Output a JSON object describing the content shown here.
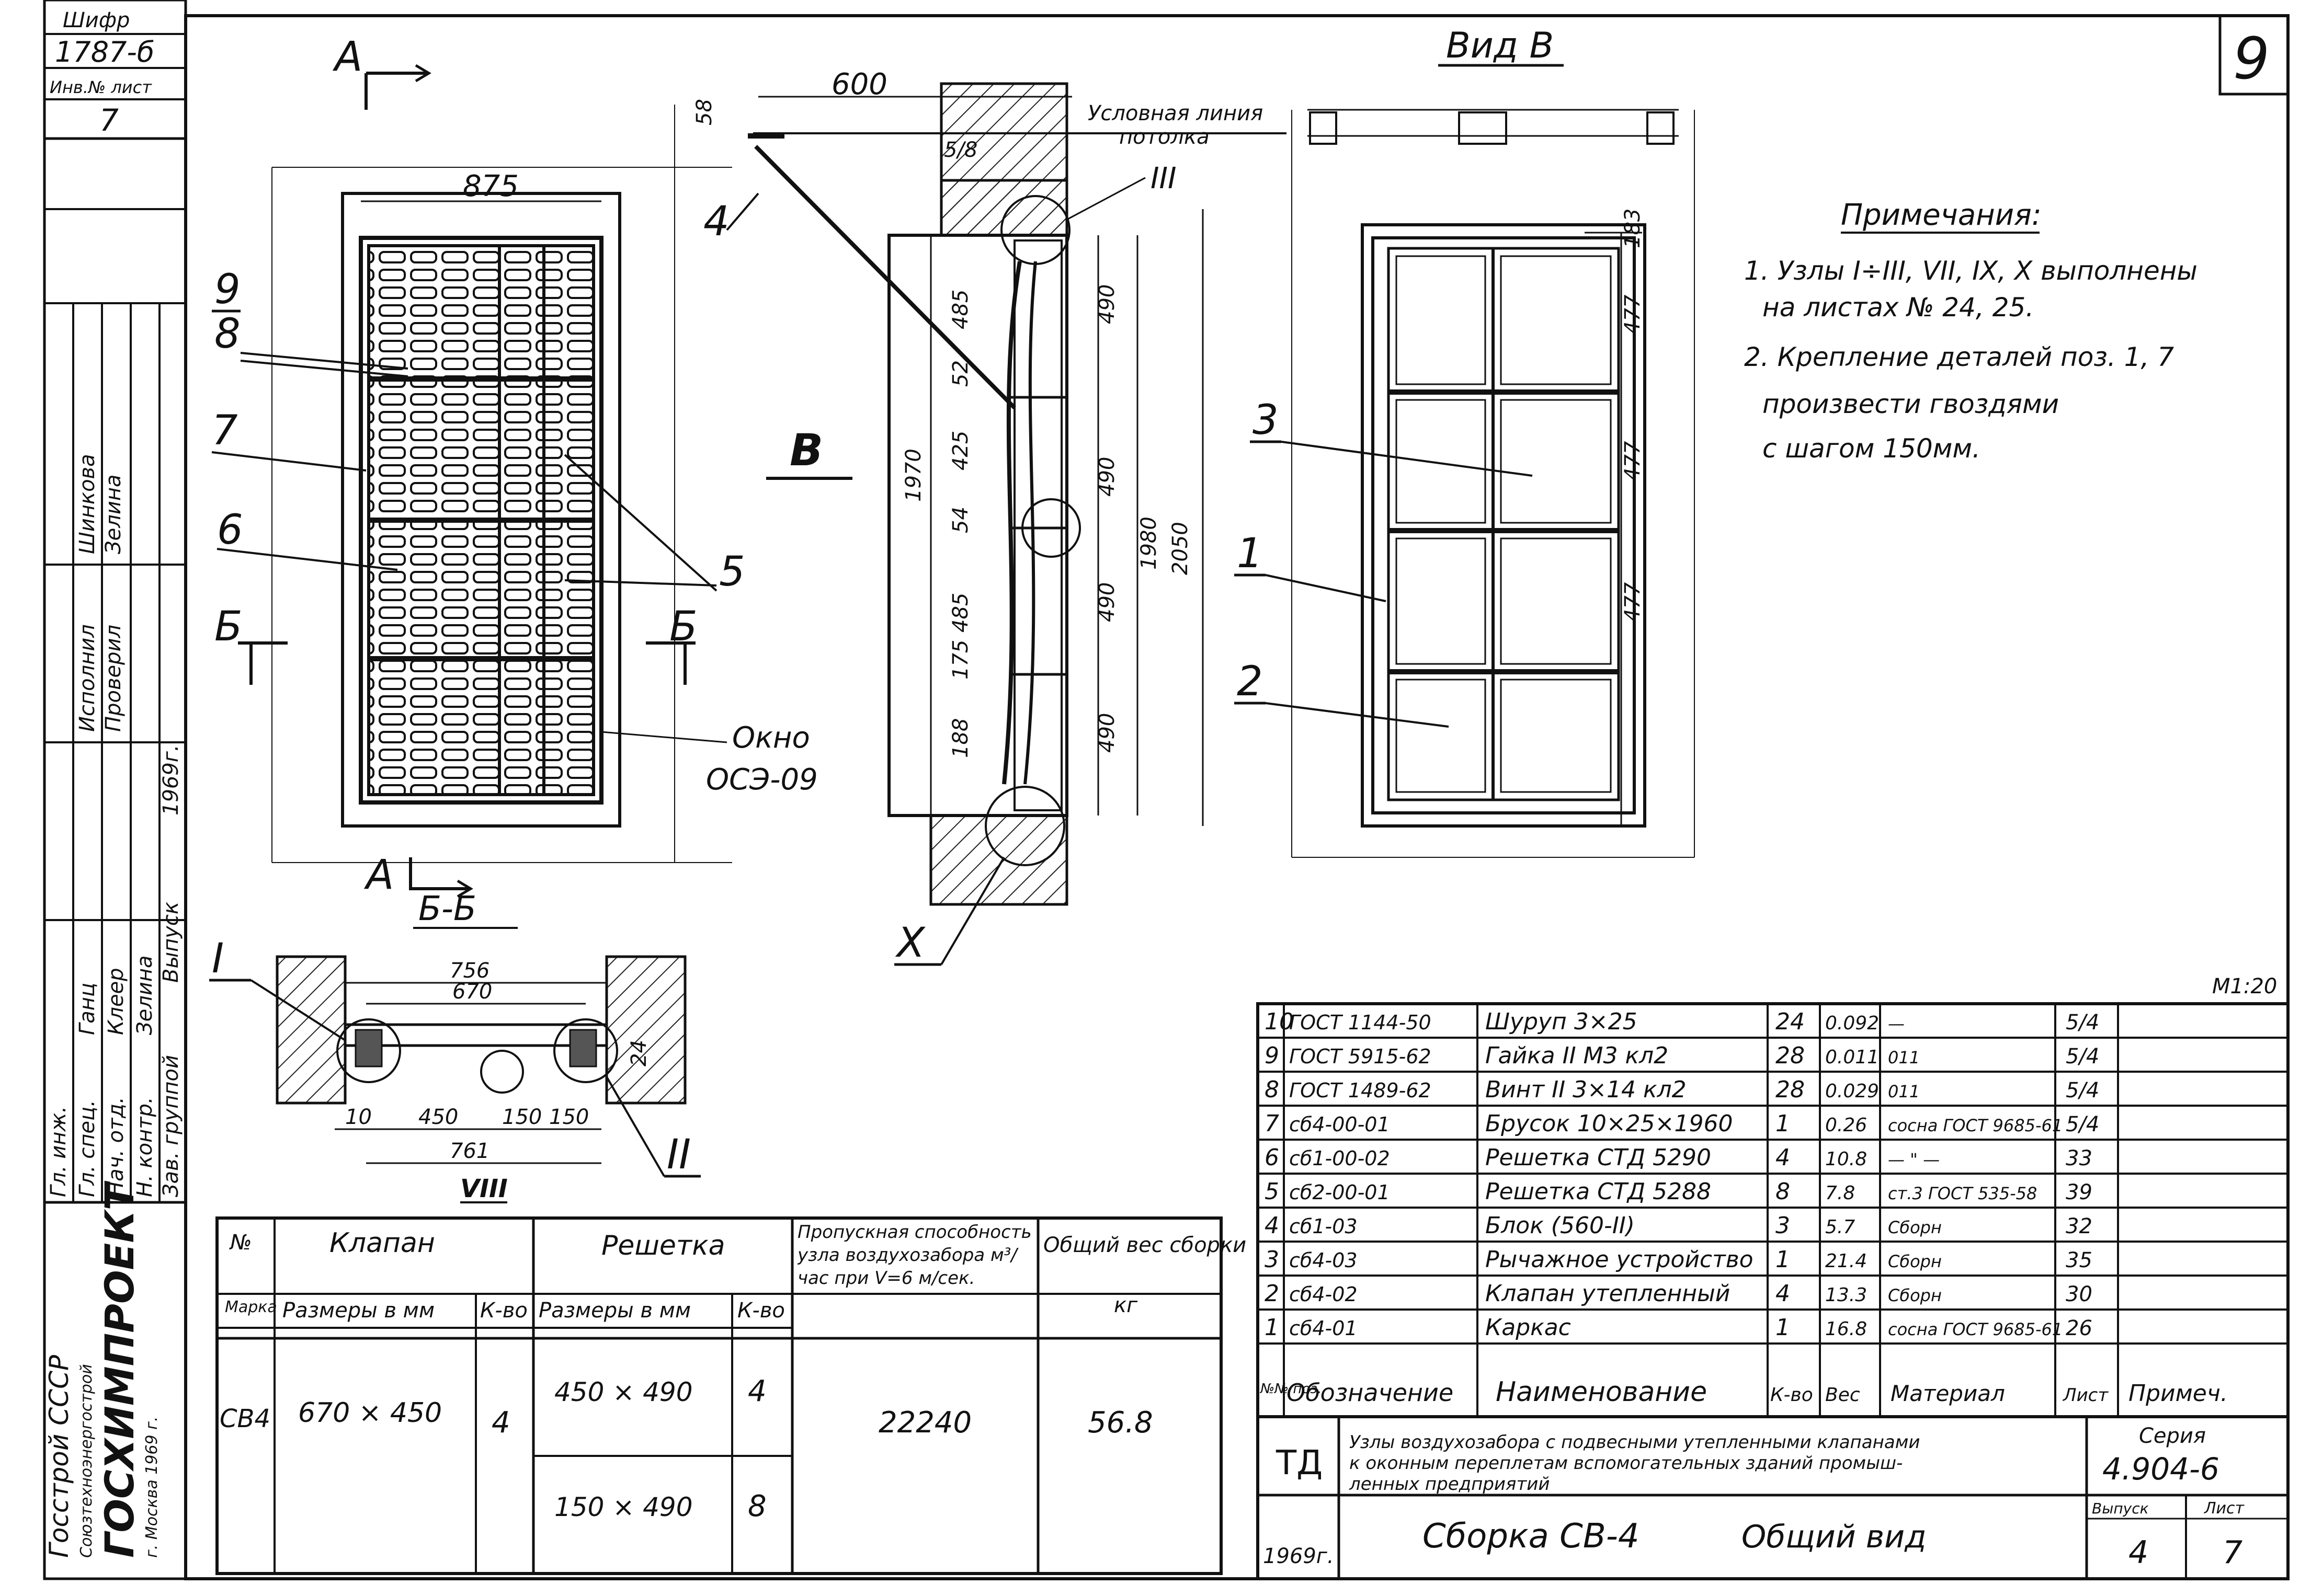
{
  "sheet_number": "9",
  "stamp": {
    "line1": "Шифр",
    "line2": "1787-б",
    "line3": "Инв.№ лист",
    "line4": "7"
  },
  "side_block": {
    "org1": "Госстрой СССР",
    "org2": "Союзтехноэнергострой",
    "org3": "ГОСХИМПРОЕКТ",
    "org4": "г. Москва 1969 г.",
    "roles": [
      "Исполнил",
      "Проверил",
      "Гл. инж.",
      "Гл. спец.",
      "Нач. отд.",
      "Н. контр.",
      "Зав. группой",
      "Выпуск"
    ],
    "names": [
      "Шинкова",
      "Зелина",
      "Ганц",
      "Клеер",
      "Зелина"
    ],
    "year": "1969г."
  },
  "views": {
    "view_a_label": "А",
    "view_b_label": "Б",
    "view_v_label": "В",
    "view_v_title": "Вид В",
    "section_bb_title": "Б-Б",
    "window_label_1": "Окно",
    "window_label_2": "ОСЭ-09",
    "ceiling_1": "Условная линия",
    "ceiling_2": "потолка",
    "dim_875": "875",
    "dim_600": "600",
    "dim_58": "58",
    "dim_5_8": "5/8",
    "dim_490": "490",
    "dim_1980": "1980",
    "dim_2050": "2050",
    "dim_477": "477",
    "dim_183": "183",
    "dim_756": "756",
    "dim_670": "670",
    "dim_450": "450",
    "dim_150": "150",
    "dim_761": "761",
    "dim_10": "10",
    "dim_24": "24",
    "dim_54": "54",
    "dim_52": "52",
    "dim_425": "425",
    "dim_1970": "1970",
    "dim_485": "485",
    "dim_188": "188",
    "dim_175": "175",
    "node_III": "III",
    "node_X": "X",
    "node_I": "I",
    "node_II": "II",
    "node_VIII": "VIII",
    "pos": [
      "1",
      "2",
      "3",
      "4",
      "5",
      "6",
      "7",
      "8",
      "9"
    ]
  },
  "notes": {
    "title": "Примечания:",
    "line1": "1. Узлы I÷III, VII, IX, X  выполнены",
    "line2": "на листах № 24, 25.",
    "line3": "2. Крепление деталей поз. 1, 7",
    "line4": "произвести гвоздями",
    "line5": "с шагом 150мм."
  },
  "scale": "М1:20",
  "spec": {
    "rows": [
      {
        "pos": "10",
        "doc": "ГОСТ 1144-50",
        "name": "Шуруп 3×25",
        "qty": "24",
        "mass": "0.092",
        "material": "—",
        "sheet": "5/4",
        "note": ""
      },
      {
        "pos": "9",
        "doc": "ГОСТ 5915-62",
        "name": "Гайка II М3 кл2",
        "qty": "28",
        "mass": "0.011",
        "material": "011",
        "sheet": "5/4",
        "note": ""
      },
      {
        "pos": "8",
        "doc": "ГОСТ 1489-62",
        "name": "Винт II 3×14 кл2",
        "qty": "28",
        "mass": "0.029",
        "material": "011",
        "sheet": "5/4",
        "note": ""
      },
      {
        "pos": "7",
        "doc": "сб4-00-01",
        "name": "Брусок 10×25×1960",
        "qty": "1",
        "mass": "0.26",
        "material": "сосна ГОСТ 9685-61",
        "sheet": "5/4",
        "note": ""
      },
      {
        "pos": "6",
        "doc": "сб1-00-02",
        "name": "Решетка СТД 5290",
        "qty": "4",
        "mass": "10.8",
        "material": "— \" —",
        "sheet": "33",
        "note": ""
      },
      {
        "pos": "5",
        "doc": "сб2-00-01",
        "name": "Решетка СТД 5288",
        "qty": "8",
        "mass": "7.8",
        "material": "ст.3 ГОСТ 535-58",
        "sheet": "39",
        "note": ""
      },
      {
        "pos": "4",
        "doc": "сб1-03",
        "name": "Блок (560-II)",
        "qty": "3",
        "mass": "5.7",
        "material": "Сборн",
        "sheet": "32",
        "note": ""
      },
      {
        "pos": "3",
        "doc": "сб4-03",
        "name": "Рычажное устройство",
        "qty": "1",
        "mass": "21.4",
        "material": "Сборн",
        "sheet": "35",
        "note": ""
      },
      {
        "pos": "2",
        "doc": "сб4-02",
        "name": "Клапан утепленный",
        "qty": "4",
        "mass": "13.3",
        "material": "Сборн",
        "sheet": "30",
        "note": ""
      },
      {
        "pos": "1",
        "doc": "сб4-01",
        "name": "Каркас",
        "qty": "1",
        "mass": "16.8",
        "material": "сосна ГОСТ 9685-61",
        "sheet": "26",
        "note": ""
      }
    ],
    "head": {
      "pos": "№№ поз.",
      "doc": "Обозначение",
      "name": "Наименование",
      "qty": "К-во",
      "mass": "Вес",
      "material": "Материал",
      "sheet": "Лист",
      "note": "Примеч."
    }
  },
  "title_block": {
    "td": "ТД",
    "desc1": "Узлы воздухозабора с подвесными утепленными клапанами",
    "desc2": "к оконным переплетам вспомогательных зданий промыш-",
    "desc3": "ленных предприятий",
    "series_label": "Серия",
    "series": "4.904-6",
    "year": "1969г.",
    "name": "Сборка СВ-4",
    "sub": "Общий вид",
    "issue_label": "Выпуск",
    "issue": "4",
    "sheet_label": "Лист",
    "sheet": "7"
  },
  "summary": {
    "h_mark": "№",
    "h_valve": "Клапан",
    "h_grille": "Решетка",
    "h_capacity": "Пропускная способность узла воздухозабора м³/час при V=6 м/сек.",
    "h_weight": "Общий вес сборки",
    "h_unit": "кг",
    "h_brand": "Марка",
    "h_sizes": "Размеры в мм",
    "h_qty": "К-во",
    "mark": "СВ4",
    "valve_size": "670 × 450",
    "valve_qty": "4",
    "grille_rows": [
      {
        "size": "450 × 490",
        "qty": "4"
      },
      {
        "size": "150 × 490",
        "qty": "8"
      }
    ],
    "capacity": "22240",
    "weight": "56.8"
  }
}
